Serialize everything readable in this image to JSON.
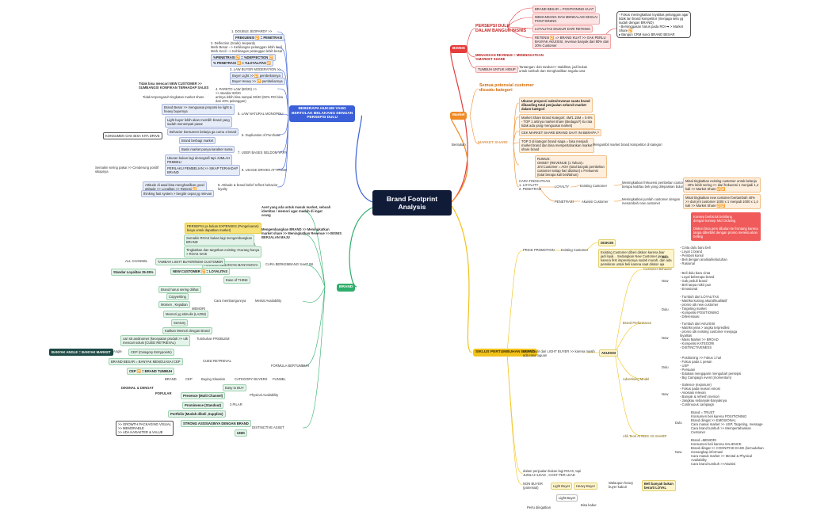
{
  "title": "Brand Footprint\nAnalysis",
  "bisnis": {
    "label": "BISNIS",
    "persepsi": "PERSEPSI DULU\nDALAM BANGUN BISNIS",
    "items": [
      "BRAND BESAR = POSITIONING KUAT",
      "MEMANDANG DAN MENDALAM SESUAI\nPOSITIONING",
      "LOYALITAS DIUKUR DARI RETENSI",
      "RETENSI 🔁 => BRAND KUAT >> GAK PERLU\nBANYAK AKUISISI, revenue banyak dari 80% dari\n20% Customer"
    ],
    "revenue": "MENAIKKAN REVENUE = MENINGKATKAN\n%MARKET SHARE",
    "tumbuh": "TUMBUH UNTUK HIDUP",
    "tumbuh_desc": "Tantangan: dan tandus>> stabilitas, jadi bukan\nuntuk tumbuh dan menghasilkan segala cara",
    "note": "- Fokus meningkatkan loyalitas pelanggan agar\n  tidak lari brand kompetitor (menjaga sela yg\n  sudah dengan BRAND)\n- Bersinggasan harus pada ROI ➡ > Market\n  Share 🔁\n   ▸ Bangun CRM kunci BRAND BESAR"
  },
  "market": {
    "label": "Market",
    "persepsi": "Semua potensial customer\ndisuatu kategori",
    "market_share": "MARKET SHARE",
    "bentukan": "Bentukan",
    "items": [
      "Ukuran proporsi sales/revenue suatu brand\ndibanding total penjualan seluruh market\ndalam kategori",
      "Market Share Brand Kategori: 4M/1.15M = 0.6%\n- TOP 1 artinya market share (Bedagai?) itu rata\ntidak ada yang menguasai market)",
      "CEK MARKET SHARE BRAND SAAT INI BERAPA ?",
      "TOP 3 di kategori brand siapa = bisa menjadi\nmarket brand dan bisa mempertahankan market\nshare brand"
    ],
    "target": "Mengambil market brand kompetitor di kategori",
    "rumus": "RUMUS:\nOMSET (REVENUE (1 Tahun)=\nJml Customer = AOV (total banyak pembelian\ncustomer setiap hari ditahun) x Frekuensi\n(total berapa kali beli/tahun)",
    "cara": "CARA TINGKATKAN\n1. LOYALITY\n2. PENETRASI",
    "loyalty": "LOYALTY",
    "existing": "Existing Customer",
    "loyalty_desc": "Meningkatkan frekuensi pembelian customer,\nberapa kali/tau beli yang dilepaskan bulan",
    "loyalty_note": "Misal tingkatkan existing customer untuk belanja\n- 40% lebih sering >> dari frekuensi 1 menjadi 1,4\nkali >> Market Share 🔁🔁",
    "penetrasi": "PENETRASI",
    "akuisisi": "Akuisisi Customer",
    "penetrasi_desc": "Meningkatkan jumlah customer dengan\nmenambah new customer",
    "penetrasi_note": "Misal tingkatkan new customer bertambah 40%\n>> dari jml customer 1000 x 1 menjadi 1000 x 1,4\nkali >> Market Share 🔁🔁"
  },
  "siklus": {
    "label": "SIKLUS PERTUMBUHAN BRAND",
    "price": "PRICE PROMOTION",
    "existing": "Existing Customer",
    "diskon": "DISKON",
    "diskon_desc": "Existing Customer diberi diskon karena biar\njadi loyal... Sedangkan New Customer jangan\nkarena first impressionya sudah murah, dan ada\npemikiran untuk beli karena saat diskon aja",
    "callout": "Konsep berbicisk bebilang\ndengan konsep Mid Ordwing\n\nDiskon bisa pers dibulan ke frontang karena\ntanpa diberbikt dengan promo mereka akan\nbelling",
    "akuisisi": "AKUISISI",
    "wom": "WOM hadir dari LIGHT BUYER >> karena masih\nada rasa taguan",
    "customer_behavior": "Customer Behavior",
    "brand_performance": "Brand Performance",
    "advertising": "Advertising Model",
    "ari_teori": "Ahli Teori AI RIES VS SHARP",
    "dulu": "Dulu",
    "now": "Now",
    "cb_dulu": "- Cinta dulu baru beli\n- Loyal 1 brand\n- Pembeli konsil\n- Beli dengan analisa/kebutuhan\n- Rasional",
    "cb_now": "- Beli dulu baru cinta\n- Loyal beberapa brand\n- Gak peduli brand\n- Beli tanpa mikir pun\n- Emosional",
    "bp_dulu": "- Tumbuh dari LOYALITAS\n- Matrika kurang akurat/kualitatif\n- promo utk new customer\n- Targeting market\n- Kompetisi POSITIONING\n- Diferensiasi",
    "bp_now": "- Tumbuh dari AKUISISI\n- Matriks jelas > angka terprediksi\n- promo utk existing customer menjaga\n  loyalitas\n- Mass Market >> BROAD\n- Kompetisi KATEGORI\n- DISTINCTIVENESS",
    "ad_dulu": "- Positioning >> Fokus 1 hal\n- Fokus pada 1 pesan\n- USP\n- Persuasi\n- Edukasi mengajarin mengubah persepsi\n- Big Campaign event (momentum)",
    "ad_now": "- Salience (exposure)\n- Fokus pada reason emosi\n- Asosiasi relevan\n- Banyak & refresh memori\n- Jangkau sebanyak-banyaknya\n- Continuous campaign",
    "ari_dulu": "Brand = TRUST\nKonsumen beli karena POSITIONING\nBrand diingat >> EMOSIONAL\nCara masuk market >> USP, Targeting, message\nCara brand tumbuh >> Mempertahankan\nCustomer",
    "ari_now": "Brand =MEMORI\nKonsumen beli karena SALIENCE\nBrand diingat >> COGNITIVE EASE (kemudahan\nmenangkap informasi\nCara masuk market >> Mental & Physical\nAvailability\nCara brand tumbuh >>Akuisisi",
    "dalam": "dalam penjualan bukan lagi ROAS, tapi\nJUMLAH LEAD , COST PER LEAD",
    "nonbuyer": "NON BUYER\n(potensial)",
    "light": "Light Buyer",
    "heavy": "Heavy Buyer",
    "heavy_note": "Walaupun heavy\nbuyer kaburi",
    "beli_banyak": "Beli banyak bukan\nberarti LOYAL",
    "light2": "Light Buyer",
    "perlu": "Perlu diingatkan",
    "bisa": "Bisa kabur"
  },
  "hukum": {
    "label": "BEBERAPA HUKUM YANG\nBERTOLAK BELAKANG DENGAN\nPERSEPSI DULU",
    "laws": [
      "1. DOUBLE JEOPARDY >>",
      "2. Deflection (Scale) Jeopardy",
      "3. LAW BUYER MODERATION >>",
      "4. PARETO LAW (80/20) >>",
      "5. LAW NATURAL MONOPOLI",
      "6. Duplication of Purchase",
      "7. USER BASES SELDOM VARY",
      "8. USAGE DRIVES ATTITUDE",
      "9. Attitude & brand belief reflect behavior\nloyalty"
    ],
    "dj": "FREKUENSI 🔁 = PENETRASI",
    "dfl": "Merk Besar --> Kehilangan pelanggan lebih kecil\nMerk Kecil --> Kehilangan pelanggan lebih besar",
    "sp": "%PENETRASI 🔁 = %DEFFECTION 🔁",
    "sp2": "% PENETRASI 🔁 = %LOYALITAS 🔁",
    "bm1": "Buyer Light >> 🔁 pembeliannya",
    "bm2": "Buyer Heavy >> 🔁 pembeliannya",
    "pareto": "Tidak bisa mencari NEW CUSTOMER >>\nSUMBANGSI KONFIKAN TERHADAP SALES",
    "pareto2": ">> standar 60/20\nartinya lebih bisa sampai 60/40 (60% RO bisa\ndari 40% pelanggan)",
    "pareto3": "Tidak terpengaruh tingkatan market share",
    "nm1": "Brand Besar >> menguasai proporsi ke light &\nheavy buyernya",
    "nm2": "Light buyer lebih akan memilih brand yang\nsudah menempati pasar",
    "dp0": "KONSUMEN GAK BISA KITA DRIVE",
    "dp1": "Behavior konsumen belanja ga cuma 1 brand",
    "dp2": "Brand berbagi market",
    "ub1": "Basis market punya karakter sama",
    "ub2": "Ukuran bukan lagi demografi tapi JUMLAH\nPEMBELI",
    "ud1": "PERILAKU PEMBELIAN >> SIKAP TERHADAP\nBRAND",
    "ud0": "Semakin sering pakai >> Cenderung positif\nsikapnya",
    "ab1": "Attitude di awal bisa menghasilkan good\nattitude >> Loyalitas >> Retensi 🔁",
    "ab2": "thinking fast system > bergitir cepat yg relevan"
  },
  "brand": {
    "label": "BRAND",
    "aset": "Aset yang ada untuk masuk market, sebuah\nidentitas / memori agar mudah di ingat\norang",
    "exp": "Mengembangkan BRAND >> Meningkatkan\nmarket share >> Meningkatkan Revenue >> BISNIS\nBERJALAN MAJU",
    "roas": "ROAS KECIL",
    "persepsi": "PERSEPSI ya bukan EXPENSES (Pengeluaran)\nbiaya untuk dapatkan market)",
    "roas1": "Semakin ROAS bukan lagi mengembangkan\nBRAND",
    "roas2": "Tingkatkan dan targetkan existing >Kurang hanya\n> ROAS NAIK",
    "cara": "CARA BERKEMBANG SAAT INI",
    "akuisisi": "AKUISISI SEBANYAK-BANYAKNYA",
    "all": "ALL CHANNEL",
    "tambah": "TAMBAH LIGHT BUYER/NEW CUSTOMER",
    "new_customer": "NEW CUSTOMER 🔁 = LOYALITAS",
    "standar": "Standar Loyalitas 25-35%",
    "mental": "Mental Availability",
    "ease": "Ease of THINK",
    "memori": "MEMORI",
    "cara_bangun": "Cara membangunnya",
    "memori_items": [
      "Brand harus sering dilihat",
      "Copywriting",
      "Momen , Kejadian",
      "Memori yg stimulis (LAZIM)"
    ],
    "sensory": "Sensory",
    "kaitkan": "Kaitkan Memori dengan Brand",
    "tumbuhan": "Tumbuhan PROBLEM",
    "tumbuhan_desc": "cari str.andinomer (kecepatan produk >> utk\nmencari solusi (CUED RETRIEVAL)",
    "angle": "Angle",
    "banyak_angle": "BANYAK ANGLE = BANYAK MARKET",
    "cep": "CEP (Category Entrypoints)",
    "brand_bdiasa": "BRAND BESAR = BANYAK MENGUASAI CEP",
    "cued": "CUED RETRIEVAL",
    "cep_brand": "CEP 🔁 = BRAND TUMBUH",
    "formula": "FORMULA BERTUMBUH",
    "brand_word": "BRAND",
    "cep2": "CEP",
    "buying": "Buying Situation",
    "category": "CATEGORY BUYERS",
    "funnel": "FUNNEL",
    "dikenal": "DIKENAL & DIINGAT",
    "popular": "POPULAR",
    "physical": "Physical Availability",
    "easy": "Easy to BUY",
    "pilar3": "3 PILAR",
    "presence": "Presence (Multi Channel)",
    "prominence": "Prominence (Standout)",
    "portfolio": "Portfolio (Mudah dibeli ,Supplies)",
    "distinctive": "DISTINCTIVE ASSET",
    "strong": "STRONG ASOSIASINYA DENGAN BRAND",
    "unik": "UNIK",
    "unik_desc": ">> GROWTH PACKAGING VISUAL\n>> MEMORABLE\n>> ADA KARAKTER & VALUE"
  },
  "colors": {
    "red": "#e53b3b",
    "orange": "#f08a24",
    "yellow": "#f2c21a",
    "green": "#2fae6b",
    "blue": "#3a5fd8",
    "center": "#101b38"
  }
}
